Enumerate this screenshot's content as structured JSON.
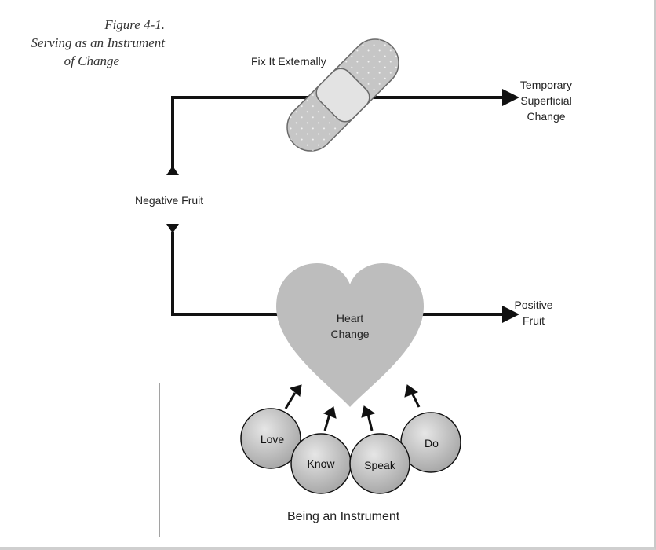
{
  "figure": {
    "caption_number": "Figure 4-1.",
    "caption_line2": "Serving as an Instrument",
    "caption_line3": "of Change"
  },
  "labels": {
    "fix_externally": "Fix It Externally",
    "temporary_1": "Temporary",
    "temporary_2": "Superficial",
    "temporary_3": "Change",
    "negative_fruit": "Negative Fruit",
    "heart_1": "Heart",
    "heart_2": "Change",
    "positive_1": "Positive",
    "positive_2": "Fruit",
    "being_instrument": "Being an Instrument"
  },
  "circles": [
    "Love",
    "Know",
    "Speak",
    "Do"
  ],
  "colors": {
    "line": "#111111",
    "heart": "#bdbdbd",
    "bandage": "#c8c8c8",
    "circle": "#c4c4c4"
  }
}
